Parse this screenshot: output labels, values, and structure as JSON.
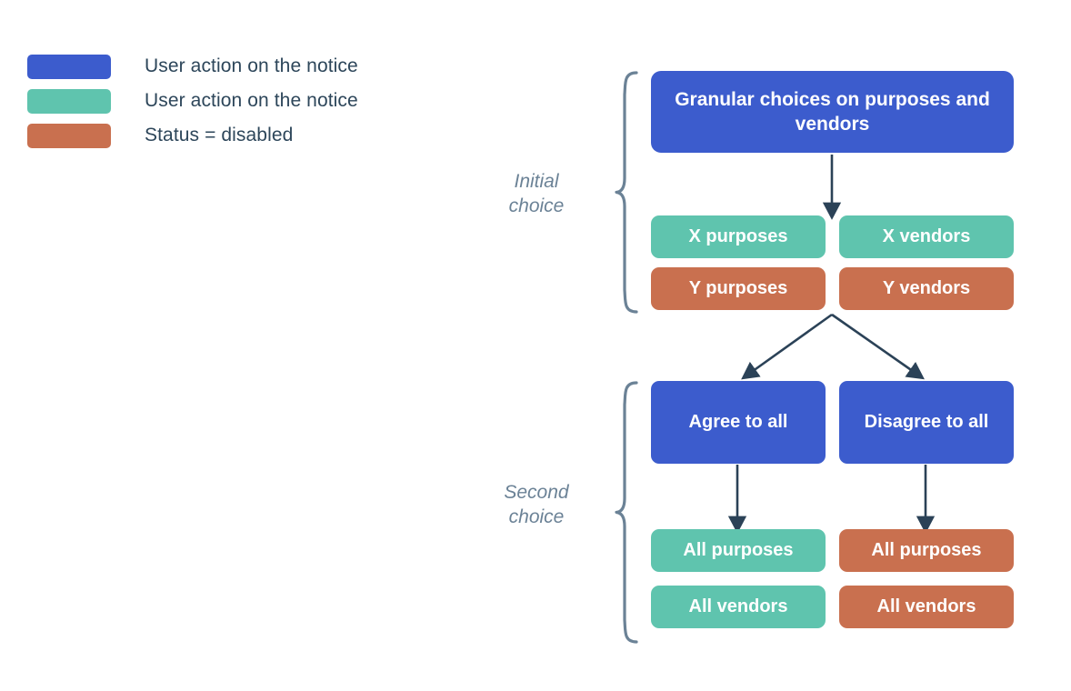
{
  "legend": {
    "items": [
      {
        "color": "#3c5ccd",
        "label": "User action on the notice",
        "swatch_name": "legend-swatch-blue"
      },
      {
        "color": "#5fc4ae",
        "label": "User action on the notice",
        "swatch_name": "legend-swatch-teal"
      },
      {
        "color": "#c9704f",
        "label": "Status = disabled",
        "swatch_name": "legend-swatch-terracotta"
      }
    ]
  },
  "sections": [
    {
      "label": "Initial\nchoice"
    },
    {
      "label": "Second\nchoice"
    }
  ],
  "nodes": {
    "granular": {
      "label": "Granular choices on purposes and vendors",
      "color": "#3c5ccd"
    },
    "x_purposes": {
      "label": "X purposes",
      "color": "#5fc4ae"
    },
    "x_vendors": {
      "label": "X vendors",
      "color": "#5fc4ae"
    },
    "y_purposes": {
      "label": "Y purposes",
      "color": "#c9704f"
    },
    "y_vendors": {
      "label": "Y vendors",
      "color": "#c9704f"
    },
    "agree_all": {
      "label": "Agree to all",
      "color": "#3c5ccd"
    },
    "disagree_all": {
      "label": "Disagree to all",
      "color": "#3c5ccd"
    },
    "agree_purposes": {
      "label": "All purposes",
      "color": "#5fc4ae"
    },
    "agree_vendors": {
      "label": "All vendors",
      "color": "#5fc4ae"
    },
    "disagree_purposes": {
      "label": "All purposes",
      "color": "#c9704f"
    },
    "disagree_vendors": {
      "label": "All vendors",
      "color": "#c9704f"
    }
  },
  "colors": {
    "blue": "#3c5ccd",
    "teal": "#5fc4ae",
    "terracotta": "#c9704f",
    "arrow": "#2b4257",
    "brace": "#6b8296",
    "text": "#2d465a",
    "background": "#ffffff"
  },
  "chart_data": {
    "type": "diagram",
    "title": "",
    "flow": [
      {
        "from": "granular",
        "to": "x_purposes",
        "kind": "vertical-arrow"
      },
      {
        "from": "y_purposes",
        "to": "agree_all",
        "kind": "diagonal-arrow"
      },
      {
        "from": "y_vendors",
        "to": "disagree_all",
        "kind": "diagonal-arrow"
      },
      {
        "from": "agree_all",
        "to": "agree_purposes",
        "kind": "vertical-arrow"
      },
      {
        "from": "disagree_all",
        "to": "disagree_purposes",
        "kind": "vertical-arrow"
      }
    ]
  }
}
